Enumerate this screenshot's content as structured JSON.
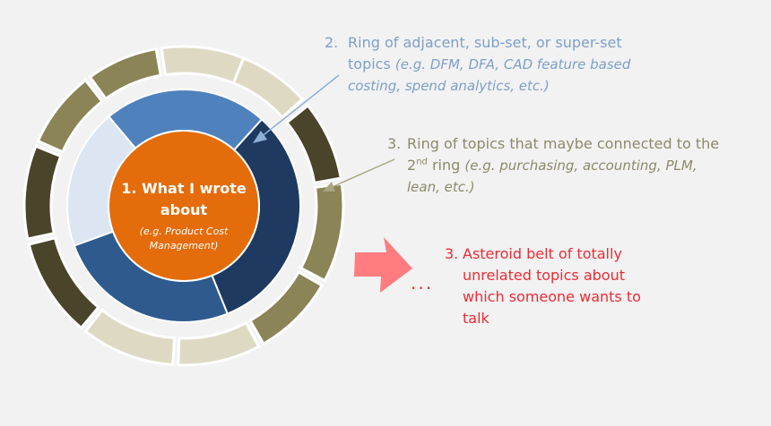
{
  "center": {
    "title_line1": "1. What I wrote",
    "title_line2": "about",
    "sub_line1": "(e.g. Product Cost",
    "sub_line2": "Management)"
  },
  "ring2_annotation": {
    "number": "2.",
    "line1": "Ring of adjacent, sub-set, or super-set",
    "line2_plain": "topics ",
    "line2_italic": "(e.g. DFM, DFA, CAD feature based",
    "line3_italic": "costing, spend analytics, etc.)"
  },
  "ring3_annotation": {
    "number": "3.",
    "line1": "Ring of topics that maybe connected to the",
    "line2_pre": "2",
    "line2_sup": "nd",
    "line2_plain": " ring ",
    "line2_italic": "(e.g. purchasing, accounting, PLM,",
    "line3_italic": "lean, etc.)"
  },
  "asteroid_annotation": {
    "number": "3.",
    "line1": "Asteroid belt of totally",
    "line2": "unrelated topics about",
    "line3": "which someone wants to",
    "line4": "talk",
    "ellipsis": "..."
  },
  "colors": {
    "background": "#f2f2f2",
    "center_orange": "#e46c0a",
    "ring_blue_light": "#4f81bd",
    "ring_blue_pale": "#dce6f2",
    "ring_blue_dark": "#1f3a60",
    "ring_blue_mid": "#2e5a8e",
    "olive_dark": "#4a442a",
    "olive_mid": "#8a8456",
    "olive_light": "#ddd9c3",
    "ann_blue": "#7da0c8",
    "ann_olive": "#8d8a6a",
    "ann_red": "#ee2b33",
    "arrow_pink": "#ff7c80"
  }
}
